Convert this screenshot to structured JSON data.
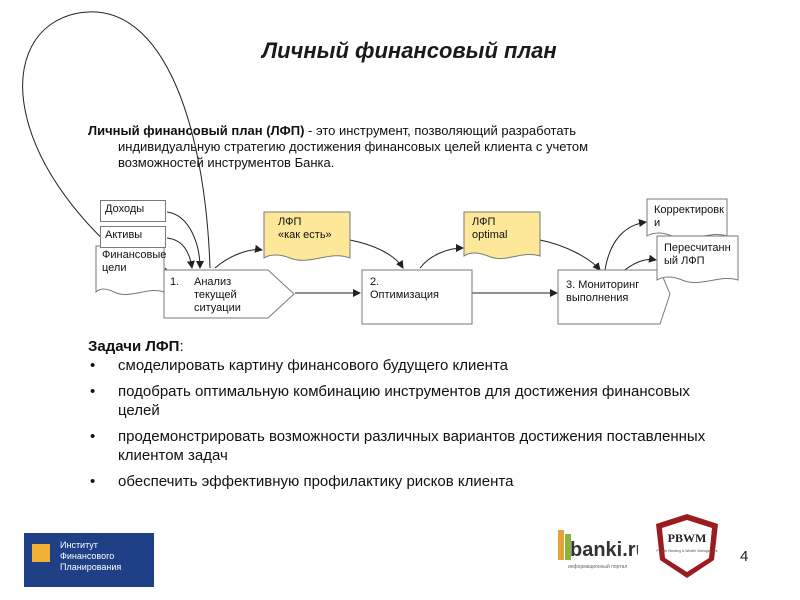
{
  "title": "Личный финансовый план",
  "intro": {
    "bold": "Личный финансовый план (ЛФП)",
    "rest1": " - это инструмент, позволяющий разработать",
    "rest2": "индивидуальную стратегию достижения финансовых целей клиента с учетом",
    "rest3": "возможностей инструментов Банка."
  },
  "diagram": {
    "inputs": [
      "Доходы",
      "Активы",
      "Финансовые цели"
    ],
    "doc_asis_1": "ЛФП",
    "doc_asis_2": "«как есть»",
    "doc_opt_1": "ЛФП",
    "doc_opt_2": "optimal",
    "step1": "1.\tАнализ текущей ситуации",
    "step1_num": "1.",
    "step1_text": "Анализ текущей ситуации",
    "step2_1": "2.",
    "step2_2": "Оптимизация",
    "step3": "3. Мониторинг выполнения",
    "out_correct": "Корректировки",
    "out_recalc": "Пересчитанный ЛФП"
  },
  "tasks": {
    "heading": "Задачи ЛФП",
    "colon": ":",
    "items": [
      "смоделировать картину финансового будущего клиента",
      "подобрать оптимальную  комбинацию инструментов для достижения финансовых целей",
      "продемонстрировать возможности различных вариантов достижения поставленных клиентом задач",
      "обеспечить эффективную профилактику рисков клиента"
    ]
  },
  "footer": {
    "institute": [
      "Институт",
      "Финансового",
      "Планирования"
    ],
    "banki_brand": "banki.ru",
    "banki_sub": "информационный портал",
    "pbwm": "PBWM",
    "pbwm_sub": "Private Banking & Wealth Management",
    "page_number": "4"
  },
  "colors": {
    "doc_fill": "#fde89a",
    "logo_blue": "#1f3f86",
    "logo_square": "#f2b134",
    "pbwm_red": "#9b1b1f"
  }
}
